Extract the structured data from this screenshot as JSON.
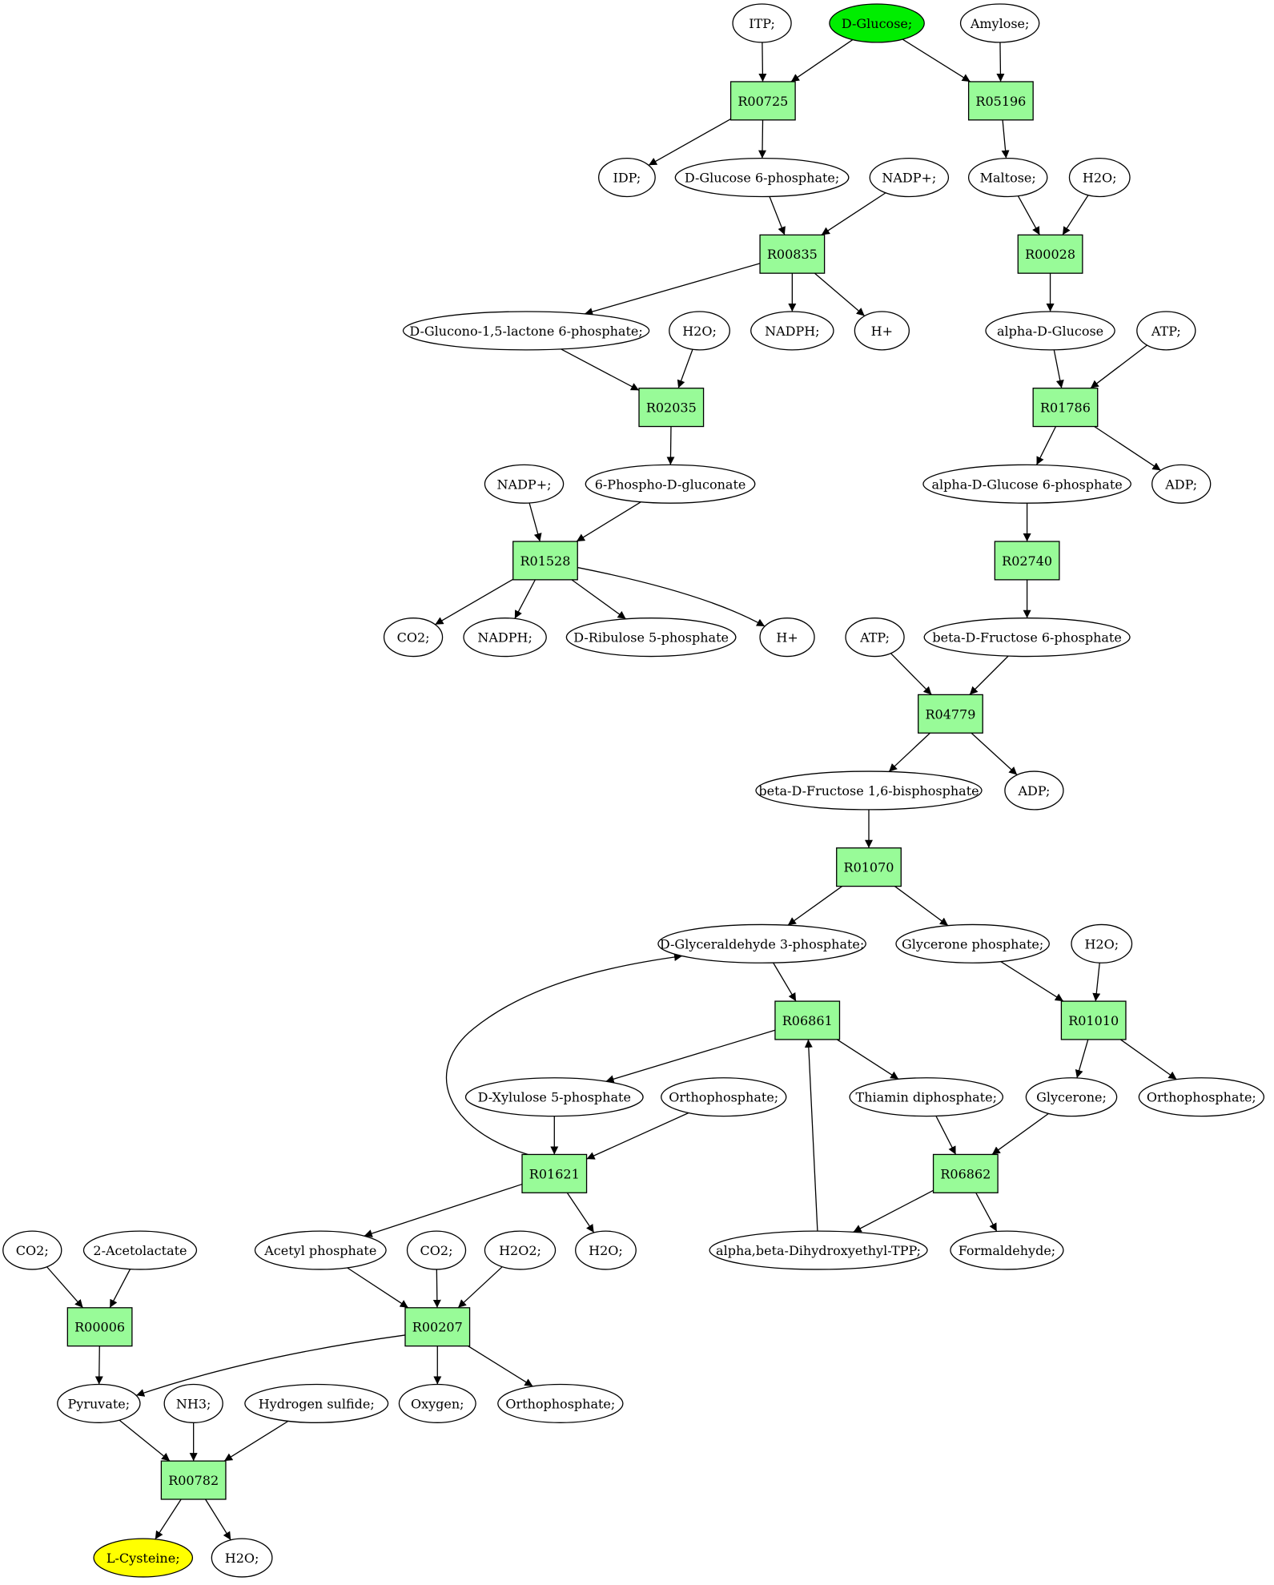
{
  "colors": {
    "source": "#00ee00",
    "target": "#ffff00",
    "reaction": "#98fb98",
    "compound": "#ffffff"
  },
  "diagram": {
    "nodes": [
      {
        "id": "itp",
        "label": "ITP;",
        "shape": "ellipse"
      },
      {
        "id": "dglucose",
        "label": "D-Glucose;",
        "shape": "ellipse",
        "role": "source"
      },
      {
        "id": "amylose",
        "label": "Amylose;",
        "shape": "ellipse"
      },
      {
        "id": "r00725",
        "label": "R00725",
        "shape": "box"
      },
      {
        "id": "r05196",
        "label": "R05196",
        "shape": "box"
      },
      {
        "id": "idp",
        "label": "IDP;",
        "shape": "ellipse"
      },
      {
        "id": "dg6p",
        "label": "D-Glucose 6-phosphate;",
        "shape": "ellipse"
      },
      {
        "id": "nadp1",
        "label": "NADP+;",
        "shape": "ellipse"
      },
      {
        "id": "maltose",
        "label": "Maltose;",
        "shape": "ellipse"
      },
      {
        "id": "h2o_a",
        "label": "H2O;",
        "shape": "ellipse"
      },
      {
        "id": "r00835",
        "label": "R00835",
        "shape": "box"
      },
      {
        "id": "r00028",
        "label": "R00028",
        "shape": "box"
      },
      {
        "id": "dgl",
        "label": "D-Glucono-1,5-lactone 6-phosphate;",
        "shape": "ellipse"
      },
      {
        "id": "h2o_b",
        "label": "H2O;",
        "shape": "ellipse"
      },
      {
        "id": "nadph1",
        "label": "NADPH;",
        "shape": "ellipse"
      },
      {
        "id": "hplus1",
        "label": "H+",
        "shape": "ellipse"
      },
      {
        "id": "adg",
        "label": "alpha-D-Glucose",
        "shape": "ellipse"
      },
      {
        "id": "atp1",
        "label": "ATP;",
        "shape": "ellipse"
      },
      {
        "id": "r02035",
        "label": "R02035",
        "shape": "box"
      },
      {
        "id": "r01786",
        "label": "R01786",
        "shape": "box"
      },
      {
        "id": "nadp2",
        "label": "NADP+;",
        "shape": "ellipse"
      },
      {
        "id": "pdg",
        "label": "6-Phospho-D-gluconate",
        "shape": "ellipse"
      },
      {
        "id": "adg6p",
        "label": "alpha-D-Glucose 6-phosphate",
        "shape": "ellipse"
      },
      {
        "id": "adp1",
        "label": "ADP;",
        "shape": "ellipse"
      },
      {
        "id": "r01528",
        "label": "R01528",
        "shape": "box"
      },
      {
        "id": "r02740",
        "label": "R02740",
        "shape": "box"
      },
      {
        "id": "co2_a",
        "label": "CO2;",
        "shape": "ellipse"
      },
      {
        "id": "nadph2",
        "label": "NADPH;",
        "shape": "ellipse"
      },
      {
        "id": "dr5p",
        "label": "D-Ribulose 5-phosphate",
        "shape": "ellipse"
      },
      {
        "id": "hplus2",
        "label": "H+",
        "shape": "ellipse"
      },
      {
        "id": "atp2",
        "label": "ATP;",
        "shape": "ellipse"
      },
      {
        "id": "bdf6p",
        "label": "beta-D-Fructose 6-phosphate",
        "shape": "ellipse"
      },
      {
        "id": "r04779",
        "label": "R04779",
        "shape": "box"
      },
      {
        "id": "bdfbp",
        "label": "beta-D-Fructose 1,6-bisphosphate",
        "shape": "ellipse"
      },
      {
        "id": "adp2",
        "label": "ADP;",
        "shape": "ellipse"
      },
      {
        "id": "r01070",
        "label": "R01070",
        "shape": "box"
      },
      {
        "id": "dga3p",
        "label": "D-Glyceraldehyde 3-phosphate;",
        "shape": "ellipse"
      },
      {
        "id": "gp",
        "label": "Glycerone phosphate;",
        "shape": "ellipse"
      },
      {
        "id": "h2o_c",
        "label": "H2O;",
        "shape": "ellipse"
      },
      {
        "id": "r06861",
        "label": "R06861",
        "shape": "box"
      },
      {
        "id": "r01010",
        "label": "R01010",
        "shape": "box"
      },
      {
        "id": "dx5p",
        "label": "D-Xylulose 5-phosphate",
        "shape": "ellipse"
      },
      {
        "id": "ortho_a",
        "label": "Orthophosphate;",
        "shape": "ellipse"
      },
      {
        "id": "tdp",
        "label": "Thiamin diphosphate;",
        "shape": "ellipse"
      },
      {
        "id": "glycerone",
        "label": "Glycerone;",
        "shape": "ellipse"
      },
      {
        "id": "ortho_b",
        "label": "Orthophosphate;",
        "shape": "ellipse"
      },
      {
        "id": "r01621",
        "label": "R01621",
        "shape": "box"
      },
      {
        "id": "r06862",
        "label": "R06862",
        "shape": "box"
      },
      {
        "id": "co2_b",
        "label": "CO2;",
        "shape": "ellipse"
      },
      {
        "id": "acl",
        "label": "2-Acetolactate",
        "shape": "ellipse"
      },
      {
        "id": "acp",
        "label": "Acetyl phosphate",
        "shape": "ellipse"
      },
      {
        "id": "co2_c",
        "label": "CO2;",
        "shape": "ellipse"
      },
      {
        "id": "h2o2",
        "label": "H2O2;",
        "shape": "ellipse"
      },
      {
        "id": "h2o_d",
        "label": "H2O;",
        "shape": "ellipse"
      },
      {
        "id": "abdt",
        "label": "alpha,beta-Dihydroxyethyl-TPP;",
        "shape": "ellipse"
      },
      {
        "id": "formaldehyde",
        "label": "Formaldehyde;",
        "shape": "ellipse"
      },
      {
        "id": "r00006",
        "label": "R00006",
        "shape": "box"
      },
      {
        "id": "r00207",
        "label": "R00207",
        "shape": "box"
      },
      {
        "id": "pyruvate",
        "label": "Pyruvate;",
        "shape": "ellipse"
      },
      {
        "id": "nh3",
        "label": "NH3;",
        "shape": "ellipse"
      },
      {
        "id": "h2s",
        "label": "Hydrogen sulfide;",
        "shape": "ellipse"
      },
      {
        "id": "oxygen",
        "label": "Oxygen;",
        "shape": "ellipse"
      },
      {
        "id": "ortho_c",
        "label": "Orthophosphate;",
        "shape": "ellipse"
      },
      {
        "id": "r00782",
        "label": "R00782",
        "shape": "box"
      },
      {
        "id": "lcys",
        "label": "L-Cysteine;",
        "shape": "ellipse",
        "role": "target"
      },
      {
        "id": "h2o_e",
        "label": "H2O;",
        "shape": "ellipse"
      }
    ],
    "edges": [
      [
        "itp",
        "r00725"
      ],
      [
        "dglucose",
        "r00725"
      ],
      [
        "dglucose",
        "r05196"
      ],
      [
        "amylose",
        "r05196"
      ],
      [
        "r00725",
        "idp"
      ],
      [
        "r00725",
        "dg6p"
      ],
      [
        "r05196",
        "maltose"
      ],
      [
        "dg6p",
        "r00835"
      ],
      [
        "nadp1",
        "r00835"
      ],
      [
        "maltose",
        "r00028"
      ],
      [
        "h2o_a",
        "r00028"
      ],
      [
        "r00835",
        "dgl"
      ],
      [
        "r00835",
        "nadph1"
      ],
      [
        "r00835",
        "hplus1"
      ],
      [
        "r00028",
        "adg"
      ],
      [
        "dgl",
        "r02035"
      ],
      [
        "h2o_b",
        "r02035"
      ],
      [
        "adg",
        "r01786"
      ],
      [
        "atp1",
        "r01786"
      ],
      [
        "r02035",
        "pdg"
      ],
      [
        "r01786",
        "adg6p"
      ],
      [
        "r01786",
        "adp1"
      ],
      [
        "nadp2",
        "r01528"
      ],
      [
        "pdg",
        "r01528"
      ],
      [
        "adg6p",
        "r02740"
      ],
      [
        "r01528",
        "co2_a"
      ],
      [
        "r01528",
        "nadph2"
      ],
      [
        "r01528",
        "dr5p"
      ],
      [
        "r01528",
        "hplus2"
      ],
      [
        "r02740",
        "bdf6p"
      ],
      [
        "atp2",
        "r04779"
      ],
      [
        "bdf6p",
        "r04779"
      ],
      [
        "r04779",
        "bdfbp"
      ],
      [
        "r04779",
        "adp2"
      ],
      [
        "bdfbp",
        "r01070"
      ],
      [
        "r01070",
        "dga3p"
      ],
      [
        "r01070",
        "gp"
      ],
      [
        "dga3p",
        "r06861"
      ],
      [
        "gp",
        "r01010"
      ],
      [
        "h2o_c",
        "r01010"
      ],
      [
        "r06861",
        "dx5p"
      ],
      [
        "r06861",
        "tdp"
      ],
      [
        "r01010",
        "glycerone"
      ],
      [
        "r01010",
        "ortho_b"
      ],
      [
        "dx5p",
        "r01621"
      ],
      [
        "ortho_a",
        "r01621"
      ],
      [
        "tdp",
        "r06862"
      ],
      [
        "glycerone",
        "r06862"
      ],
      [
        "r01621",
        "dga3p"
      ],
      [
        "r01621",
        "acp"
      ],
      [
        "r01621",
        "h2o_d"
      ],
      [
        "r06862",
        "abdt"
      ],
      [
        "r06862",
        "formaldehyde"
      ],
      [
        "abdt",
        "r06861"
      ],
      [
        "co2_b",
        "r00006"
      ],
      [
        "acl",
        "r00006"
      ],
      [
        "acp",
        "r00207"
      ],
      [
        "co2_c",
        "r00207"
      ],
      [
        "h2o2",
        "r00207"
      ],
      [
        "r00006",
        "pyruvate"
      ],
      [
        "r00207",
        "pyruvate"
      ],
      [
        "r00207",
        "oxygen"
      ],
      [
        "r00207",
        "ortho_c"
      ],
      [
        "pyruvate",
        "r00782"
      ],
      [
        "nh3",
        "r00782"
      ],
      [
        "h2s",
        "r00782"
      ],
      [
        "r00782",
        "lcys"
      ],
      [
        "r00782",
        "h2o_e"
      ]
    ]
  }
}
